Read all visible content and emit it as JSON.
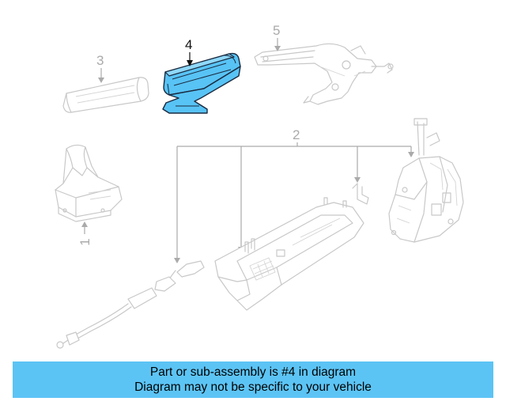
{
  "diagram": {
    "callouts": {
      "part1": "1",
      "part2": "2",
      "part3": "3",
      "part4": "4",
      "part5": "5"
    },
    "highlighted_part": "4",
    "colors": {
      "highlight": "#58c3f5",
      "ghost": "#c8c8c8",
      "banner": "#5cc4f5"
    }
  },
  "banner": {
    "line1": "Part or sub-assembly is #4 in diagram",
    "line2": "Diagram may not be specific to your vehicle"
  }
}
